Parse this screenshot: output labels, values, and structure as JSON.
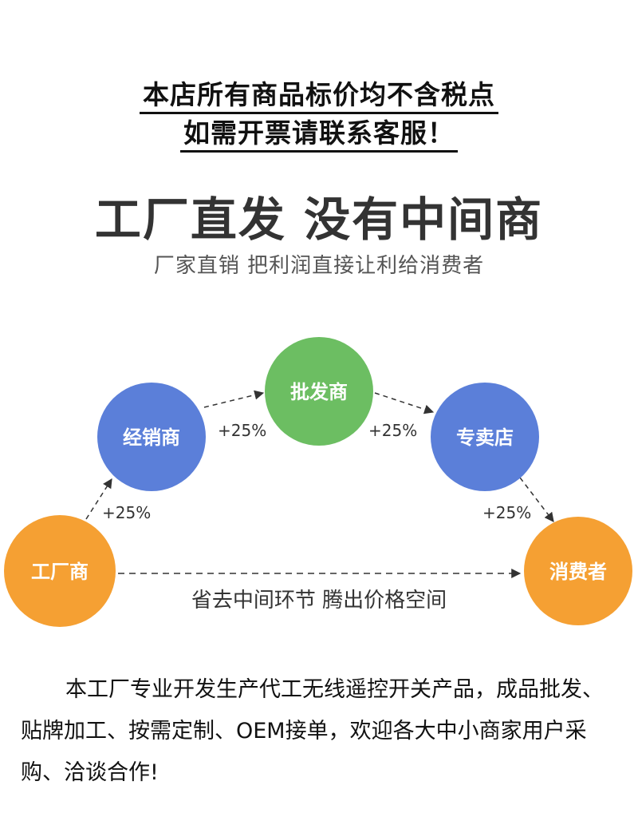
{
  "notice": {
    "line1": "本店所有商品标价均不含税点",
    "line2": "如需开票请联系客服！"
  },
  "headline": "工厂直发 没有中间商",
  "subline": "厂家直销 把利润直接让利给消费者",
  "flow": {
    "nodes": {
      "factory": {
        "label": "工厂商",
        "color": "#f5a033"
      },
      "distributor": {
        "label": "经销商",
        "color": "#5b7fd9"
      },
      "wholesaler": {
        "label": "批发商",
        "color": "#6cbe62"
      },
      "store": {
        "label": "专卖店",
        "color": "#5b7fd9"
      },
      "consumer": {
        "label": "消费者",
        "color": "#f5a033"
      }
    },
    "markups": {
      "factory_to_distributor": "+25%",
      "distributor_to_wholesaler": "+25%",
      "wholesaler_to_store": "+25%",
      "store_to_consumer": "+25%"
    },
    "direct_note": "省去中间环节 腾出价格空间"
  },
  "description": "本工厂专业开发生产代工无线遥控开关产品，成品批发、贴牌加工、按需定制、OEM接单，欢迎各大中小商家用户采购、洽谈合作!"
}
